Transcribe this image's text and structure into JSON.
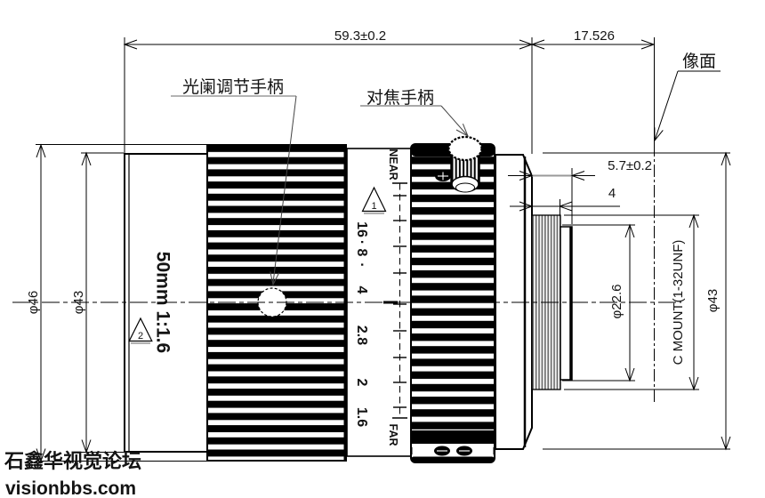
{
  "dims": {
    "total_length": "59.3±0.2",
    "flange_focal": "17.526",
    "rear_protrusion": "5.7±0.2",
    "thread_length": "4",
    "dia_front": "φ46",
    "dia_cap": "φ43",
    "dia_rear_tube": "φ22.6",
    "mount_spec": "C MOUNT(1-32UNF)",
    "dia_rear": "φ43"
  },
  "labels": {
    "aperture_handle": "光阑调节手柄",
    "focus_handle": "对焦手柄",
    "image_plane": "像面",
    "lens_spec": "50mm 1:1.6",
    "near": "NEAR",
    "far": "FAR",
    "note1": "1",
    "note2": "2",
    "interpunct": "·"
  },
  "aperture_scale": {
    "values": [
      "16",
      "8",
      "4",
      "2.8",
      "2",
      "1.6"
    ]
  },
  "watermark": {
    "line1": "石鑫华视觉论坛",
    "line2": "visionbbs.com"
  },
  "colors": {
    "line": "#000000",
    "gray": "#999999",
    "watermark1": "#2424ce",
    "watermark2": "#0b67d7",
    "background": "#ffffff"
  }
}
